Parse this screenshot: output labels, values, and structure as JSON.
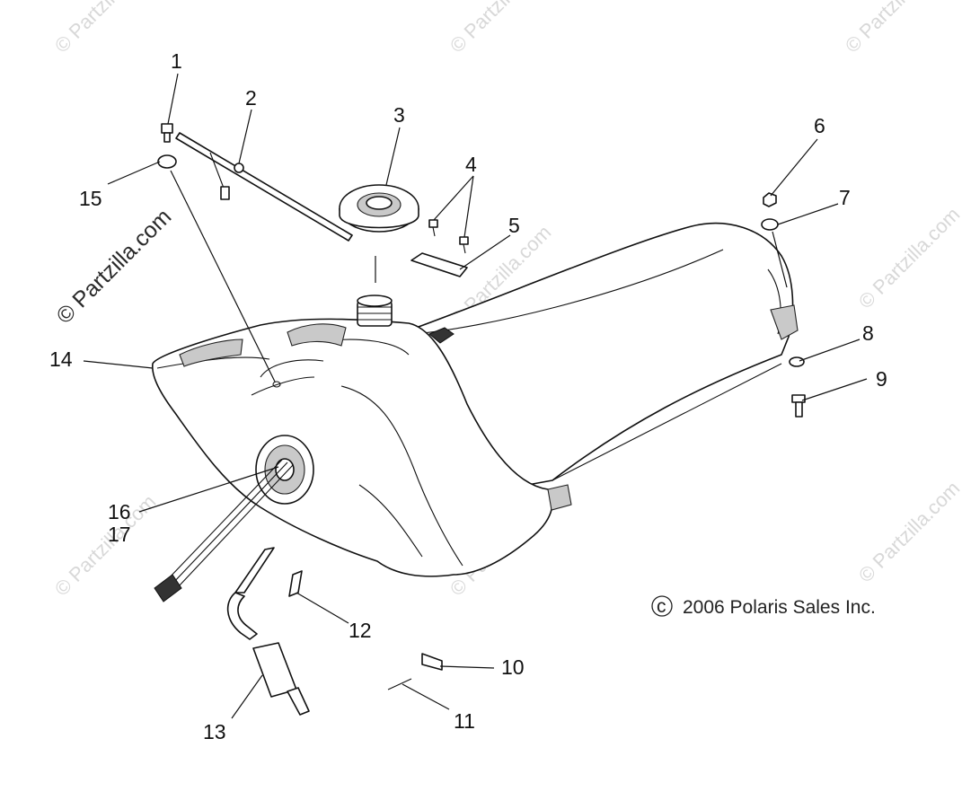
{
  "callouts": [
    {
      "id": "1",
      "text": "1"
    },
    {
      "id": "2",
      "text": "2"
    },
    {
      "id": "3",
      "text": "3"
    },
    {
      "id": "4",
      "text": "4"
    },
    {
      "id": "5",
      "text": "5"
    },
    {
      "id": "6",
      "text": "6"
    },
    {
      "id": "7",
      "text": "7"
    },
    {
      "id": "8",
      "text": "8"
    },
    {
      "id": "9",
      "text": "9"
    },
    {
      "id": "10",
      "text": "10"
    },
    {
      "id": "11",
      "text": "11"
    },
    {
      "id": "12",
      "text": "12"
    },
    {
      "id": "13",
      "text": "13"
    },
    {
      "id": "14",
      "text": "14"
    },
    {
      "id": "15",
      "text": "15"
    },
    {
      "id": "16",
      "text": "16"
    },
    {
      "id": "17",
      "text": "17"
    }
  ],
  "copyright": "2006 Polaris Sales Inc.",
  "copyright_symbol": "c",
  "watermark": "© Partzilla.com",
  "watermark_prominent": "© Partzilla.com"
}
